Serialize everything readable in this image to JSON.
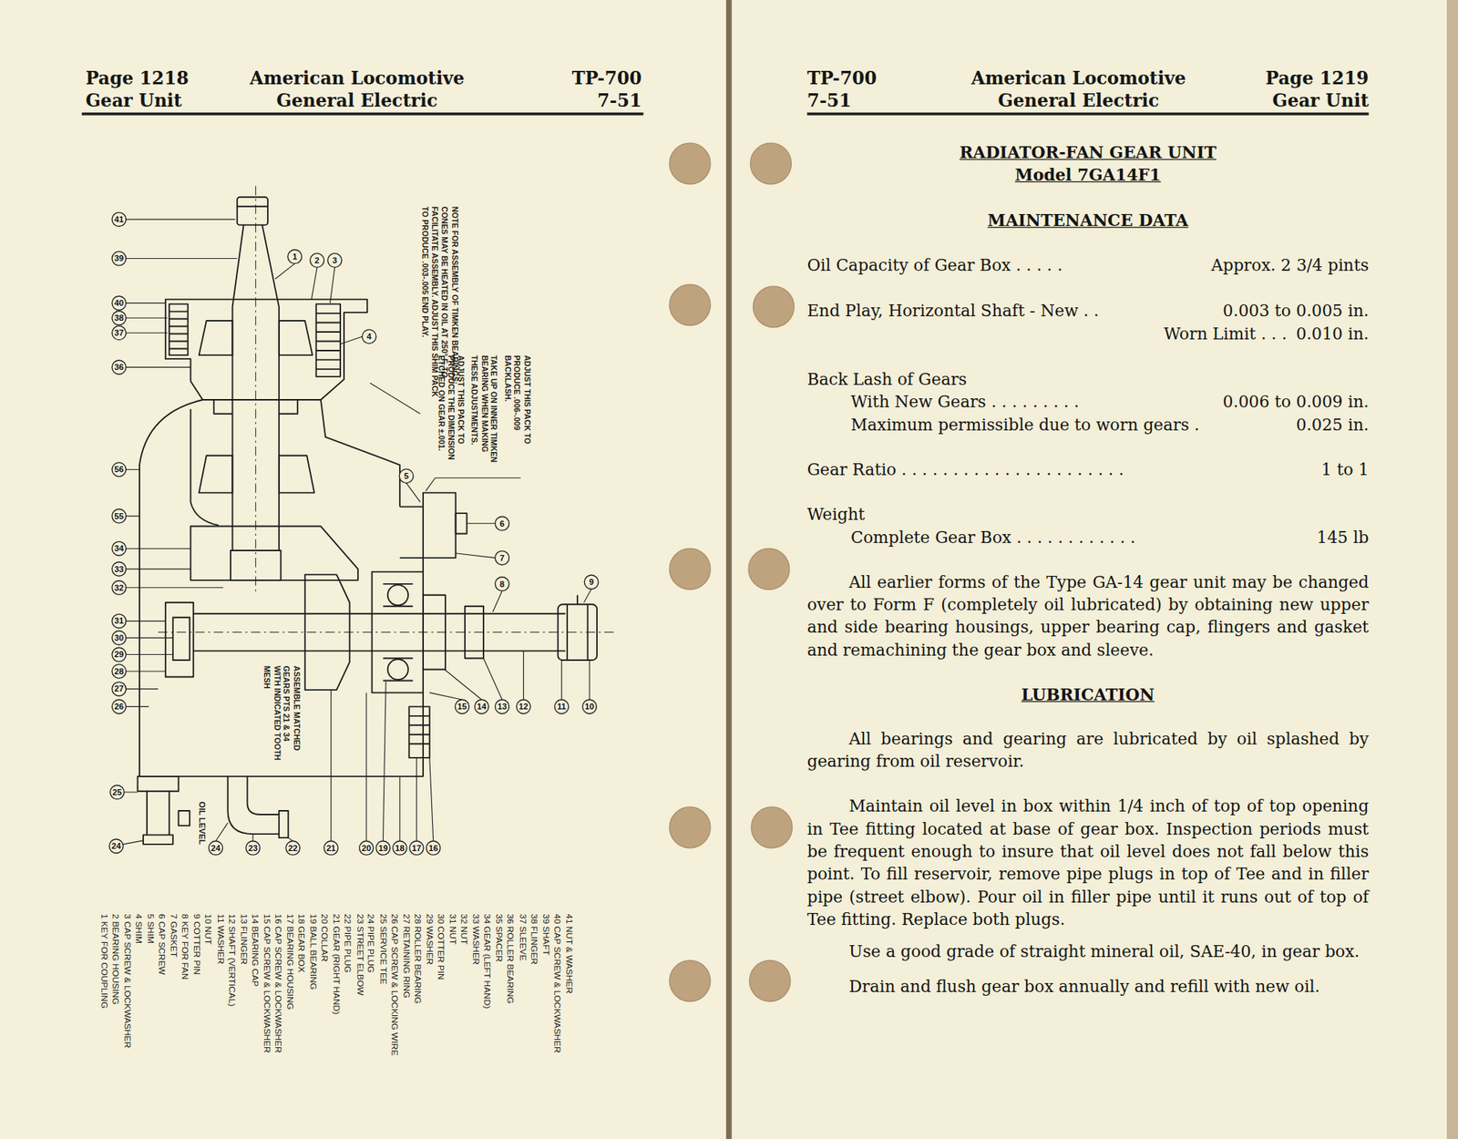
{
  "diagram": {
    "title": "RADIATOR-FAN GEAR UNIT",
    "labels": [
      "Page 1218",
      "Gear Unit",
      "American Locomotive",
      "General Electric",
      "TP-700",
      "7-51",
      "NOTE FOR ASSEMBLY OF TIMKEN BEARINGS: CONES MAY BE HEATED IN OIL AT 250° F. TO FACILITATE ASSEMBLY. ADJUST THIS SHIM PACK TO PRODUCE .003-.005 END PLAY.",
      "ADJUST THIS PACK TO PRODUCE .006-.009 BACKLASH.",
      "TAKE UP ON INNER TIMKEN BEARING WHEN MAKING THESE ADJUSTMENTS.",
      "ADJUST THIS PACK TO PRODUCE THE DIMENSION ETCHED ON GEAR ±.001.",
      "ASSEMBLE MATCHED GEARS PTS 21 & 34 WITH INDICATED TOOTH MESH",
      "OIL LEVEL",
      "41",
      "39",
      "40",
      "38",
      "37",
      "36",
      "56",
      "55",
      "34",
      "33",
      "32",
      "31",
      "30",
      "29",
      "28",
      "27",
      "26",
      "25",
      "24",
      "1",
      "2",
      "3",
      "4",
      "5",
      "6",
      "7",
      "8",
      "9",
      "15",
      "14",
      "13",
      "12",
      "11",
      "10",
      "16",
      "17",
      "18",
      "19",
      "20",
      "21",
      "22",
      "23",
      "24",
      "41 NUT & WASHER",
      "40 CAP SCREW & LOCKWASHER",
      "39 SHAFT",
      "38 FLINGER",
      "37 SLEEVE",
      "36 ROLLER BEARING",
      "35 SPACER",
      "34 GEAR (LEFT HAND)",
      "33 WASHER",
      "32 NUT",
      "31 NUT",
      "30 COTTER PIN",
      "29 WASHER",
      "28 ROLLER BEARING",
      "27 RETAINING RING",
      "26 CAP SCREW & LOCKING WIRE",
      "25 SERVICE TEE",
      "24 PIPE PLUG",
      "23 STREET ELBOW",
      "22 PIPE PLUG",
      "21 GEAR (RIGHT HAND)",
      "20 COLLAR",
      "19 BALL BEARING",
      "18 GEAR BOX",
      "17 BEARING HOUSING",
      "16 CAP SCREW & LOCKWASHER",
      "15 CAP SCREW & LOCKWASHER",
      "14 BEARING CAP",
      "13 FLINGER",
      "12 SHAFT (VERTICAL)",
      "11 WASHER",
      "10 NUT",
      "9 COTTER PIN",
      "8 KEY FOR FAN",
      "7 GASKET",
      "6 CAP SCREW",
      "5 SHIM",
      "4 SHIM",
      "3 CAP SCREW & LOCKWASHER",
      "2 BEARING HOUSING",
      "1 KEY FOR COUPLING",
      "TP-700",
      "7-51",
      "American Locomotive",
      "General Electric",
      "Page 1219",
      "Gear Unit",
      "Model 7GA14F1",
      "MAINTENANCE DATA",
      "Oil Capacity of Gear Box . . . . .",
      "Approx. 2 3/4 pints",
      "End Play, Horizontal Shaft - New . .",
      "0.003 to 0.005 in.",
      "Worn Limit . . .",
      "0.010 in.",
      "Back Lash of Gears",
      "With New Gears . . . . . . . . .",
      "0.006 to 0.009 in.",
      "Maximum permissible due to worn gears .",
      "0.025 in.",
      "Gear Ratio . . . . . . . . . . . . . . . . . . . . . .",
      "1 to 1",
      "Weight",
      "Complete Gear Box . . . . . . . . . . . .",
      "145 lb",
      "All earlier forms of the Type GA-14 gear unit may be changed over to Form F (completely oil lubricated) by obtaining new upper and side bearing housings, upper bearing cap, flingers and gasket and remachining the gear box and sleeve.",
      "LUBRICATION",
      "All bearings and gearing are lubricated by oil splashed by gearing from oil reservoir.",
      "Maintain oil level in box within 1/4 inch of top of top opening in Tee fitting located at base of gear box. Inspection periods must be frequent enough to insure that oil level does not fall below this point. To fill reservoir, remove pipe plugs in top of Tee and in filler pipe (street elbow). Pour oil in filler pipe until it runs out of top of Tee fitting. Replace both plugs.",
      "Use a good grade of straight mineral oil, SAE-40, in gear box.",
      "Drain and flush gear box annually and refill with new oil."
    ]
  }
}
